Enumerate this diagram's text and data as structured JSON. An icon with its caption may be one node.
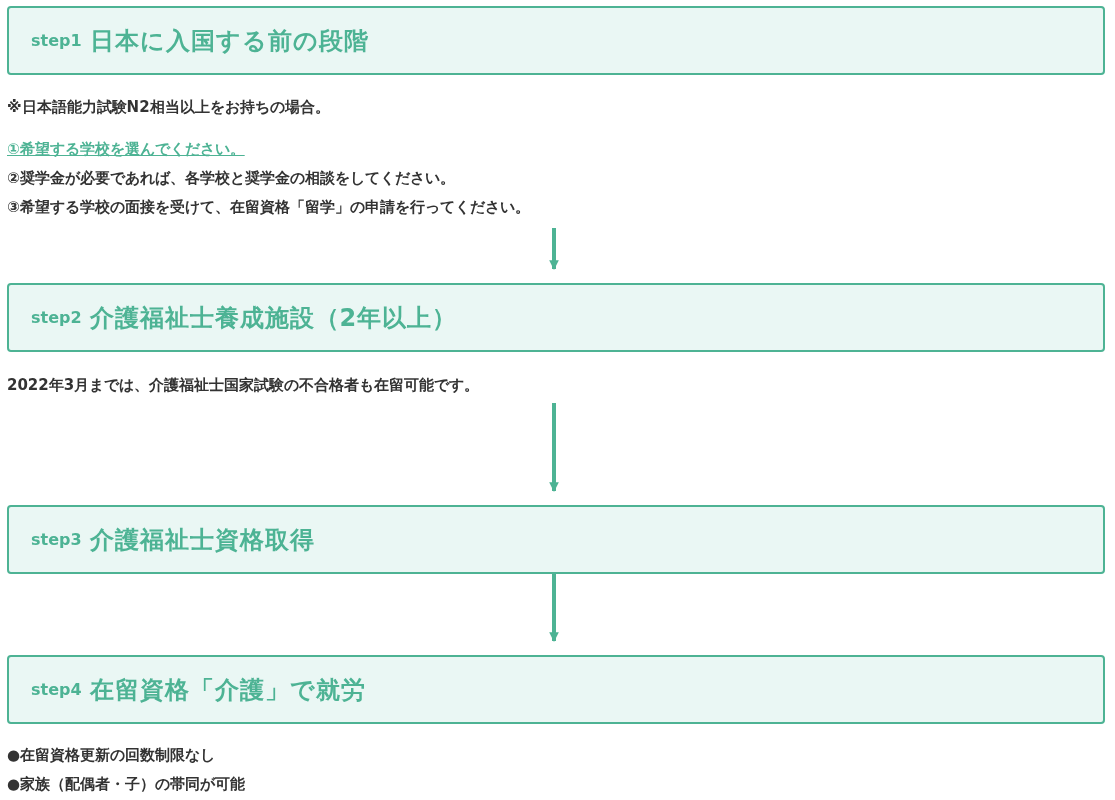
{
  "diagram": {
    "nodes": [
      {
        "text": [
          "step1",
          "日本に入国する前の段階"
        ],
        "beside": [
          "※日本語能力試験N2相当以上をお持ちの場合。",
          "①希望する学校を選んでください。",
          "②奨学金が必要であれば、各学校と奨学金の相談をしてください。",
          "③希望する学校の面接を受けて、在留資格「留学」の申請を行ってください。"
        ]
      },
      {
        "text": [
          "step2",
          "介護福祉士養成施設（2年以上）"
        ],
        "beside": [
          "2022年3月までは、介護福祉士国家試験の不合格者も在留可能です。"
        ]
      },
      {
        "text": [
          "step3",
          "介護福祉士資格取得"
        ]
      },
      {
        "text": [
          "step4",
          "在留資格「介護」で就労"
        ],
        "beside": [
          "●在留資格更新の回数制限なし",
          "●家族（配偶者・子）の帯同が可能"
        ]
      }
    ],
    "edges": [
      {
        "from": 0,
        "to": 1,
        "arrow": "to"
      },
      {
        "from": 1,
        "to": 2,
        "arrow": "to"
      },
      {
        "from": 2,
        "to": 3,
        "arrow": "to"
      }
    ]
  }
}
